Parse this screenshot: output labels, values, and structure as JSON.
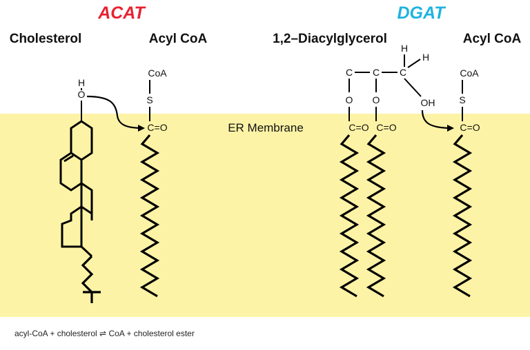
{
  "figure": {
    "enzymes": {
      "left": "ACAT",
      "right": "DGAT"
    },
    "colors": {
      "acat": "#e8212f",
      "dgat": "#1fb3df",
      "membrane": "#fdf3a6",
      "ink": "#000000"
    },
    "headings": {
      "cholesterol": "Cholesterol",
      "acyl_coa_left": "Acyl CoA",
      "diacylglycerol": "1,2–Diacylglycerol",
      "acyl_coa_right": "Acyl CoA"
    },
    "membrane_label": "ER Membrane",
    "atoms": {
      "h": "H",
      "o": "O",
      "coa": "CoA",
      "s": "S",
      "carbonyl": "C=O",
      "c": "C",
      "oh": "OH"
    }
  },
  "caption": "acyl-CoA + cholesterol ⇌ CoA + cholesterol ester"
}
